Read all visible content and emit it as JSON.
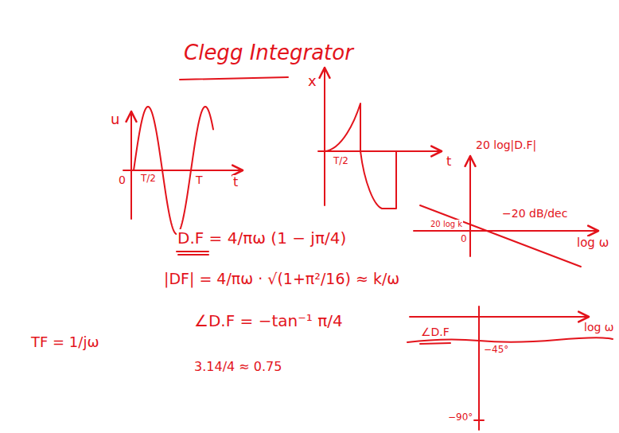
{
  "diagram": {
    "title": "Clegg Integrator",
    "labels": [
      "u",
      "0",
      "T/2",
      "T",
      "t",
      "x",
      "t",
      "T/2",
      "D.F = 4/πω (1 − jπ/4)",
      "|DF| = 4/πω · √(1+π²/16) ≈ k/ω",
      "∠D.F = −tan⁻¹ π/4",
      "3.14/4 ≈ 0.75",
      "TF = 1/jω",
      "20 log|D.F|",
      "−20 dB/dec",
      "20 log k",
      "0",
      "log ω",
      "∠D.F",
      "−45°",
      "−90°",
      "log ω"
    ]
  }
}
